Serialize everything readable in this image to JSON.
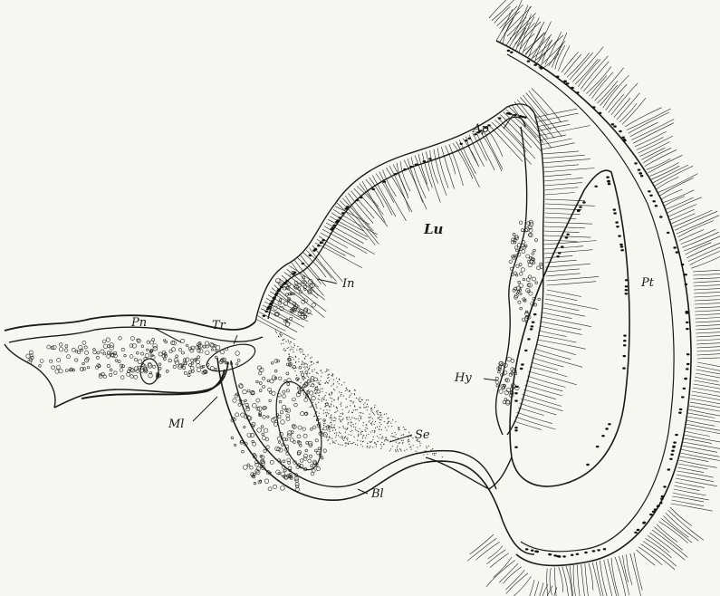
{
  "figure": {
    "background": "#f7f6f0",
    "ink": "#1a1a1a",
    "labels": {
      "lu": "Lu",
      "ap": "Ap",
      "in": "In",
      "pt": "Pt",
      "pn": "Pn",
      "tr": "Tr",
      "hy": "Hy",
      "ml": "Ml",
      "se": "Se",
      "bl": "Bl"
    }
  }
}
